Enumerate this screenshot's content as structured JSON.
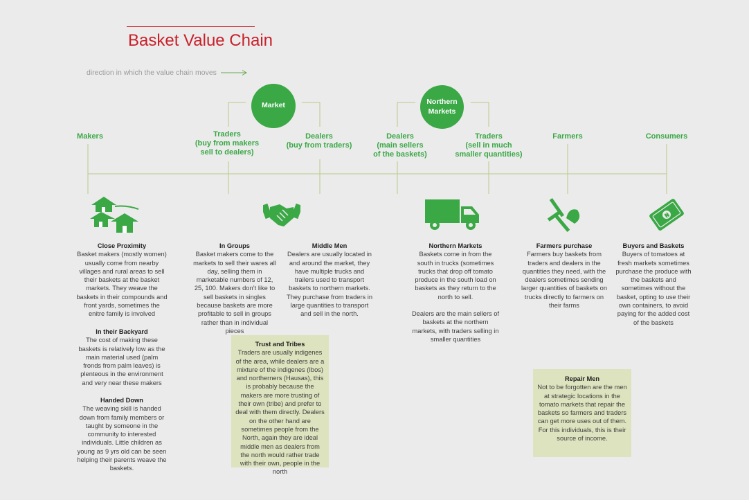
{
  "title": "Basket Value Chain",
  "direction_note": "direction in which the value chain moves",
  "hubs": {
    "market": "Market",
    "northern_markets": "Northern Markets"
  },
  "stages": {
    "makers": "Makers",
    "traders_market": "Traders (buy from makers sell to dealers)",
    "dealers_market": "Dealers (buy from traders)",
    "dealers_northern": "Dealers (main sellers of the baskets)",
    "traders_northern": "Traders (sell in much smaller quantities)",
    "farmers": "Farmers",
    "consumers": "Consumers"
  },
  "stage_lines": {
    "traders_market": [
      "Traders",
      "(buy from makers",
      "sell to dealers)"
    ],
    "dealers_market": [
      "Dealers",
      "(buy from traders)"
    ],
    "dealers_northern": [
      "Dealers",
      "(main sellers",
      "of the baskets)"
    ],
    "traders_northern": [
      "Traders",
      "(sell in much",
      "smaller quantities)"
    ]
  },
  "icons": [
    "huts-icon",
    "handshake-icon",
    "truck-icon",
    "shovel-rake-icon",
    "money-icon"
  ],
  "colors": {
    "accent_green": "#3aa845",
    "title_red": "#c9202a",
    "note_box": "#dde3bf"
  },
  "notes": {
    "close_proximity": {
      "title": "Close Proximity",
      "body": "Basket makers (mostly women) usually come from nearby villages and rural areas to sell their baskets at the basket markets. They weave the baskets in their compounds and front yards, sometimes the enitre family is involved"
    },
    "backyard": {
      "title": "In their Backyard",
      "body": "The cost of making these baskets is relatively low as the main material used (palm fronds from palm leaves) is plenteous in the environment and very near these makers"
    },
    "handed_down": {
      "title": "Handed Down",
      "body": "The weaving skill is handed down from family members or taught by someone in the community to interested individuals. Little children as young as 9 yrs old can be seen helping their parents weave the baskets."
    },
    "in_groups": {
      "title": "In Groups",
      "body": "Basket makers come to the markets to sell their wares all day, selling them in marketable numbers of 12, 25, 100. Makers don’t like to sell baskets in singles because baskets are more profitable to sell in groups rather than in individual pieces"
    },
    "middle_men": {
      "title": "Middle Men",
      "body": "Dealers are usually located in and around the market, they have multiple trucks and trailers used to transport baskets to northern markets. They purchase from traders in large quantities to transport and sell in the north."
    },
    "trust_tribes": {
      "title": "Trust and Tribes",
      "body": "Traders are usually indigenes of the area, while dealers are a mixture of the indigenes (Ibos) and northerners (Hausas), this is probably because the makers are more trusting of their own (tribe) and prefer to deal with them directly. Dealers on the other hand are sometimes people from the North, again they are ideal middle men as dealers from the north would rather trade with their own, people in the north"
    },
    "northern_markets": {
      "title": "Northern Markets",
      "body": "Baskets come in from the south in trucks (sometimes trucks that drop off tomato produce in the south load on baskets as they return to the north to sell.",
      "body2": "Dealers are the main sellers of baskets at the northern markets, with traders selling in smaller quantities"
    },
    "farmers_purchase": {
      "title": "Farmers purchase",
      "body": "Farmers buy baskets from traders and dealers in the quantities they need, with the dealers sometimes sending larger quantities of baskets on trucks directly to farmers on their farms"
    },
    "buyers_baskets": {
      "title": "Buyers and Baskets",
      "body": "Buyers of tomatoes at fresh markets sometimes purchase the produce with the baskets and sometimes without the basket, opting to use their own containers, to avoid paying for the added cost of the baskets"
    },
    "repair_men": {
      "title": "Repair Men",
      "body": "Not to be forgotten are the men at strategic locations in the tomato markets that repair the baskets so farmers and traders can get more uses out of them. For this individuals, this is their source of income."
    }
  }
}
